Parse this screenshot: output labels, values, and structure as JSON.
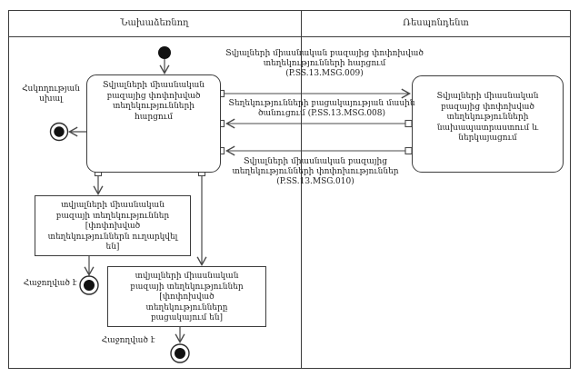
{
  "header": {
    "left_lane": "Նախաձեռնող",
    "right_lane": "Ռեսպոնդենտ"
  },
  "activities": {
    "request": "Տվյալների միասնական բազայից փոփոխված տեղեկությունների հարցում",
    "prepare": "Տվյալների միասնական բազայից փոփոխված տեղեկությունների նախապատրաստում և ներկայացում"
  },
  "objects": {
    "sent": "տվյալների միասնական բազայի տեղեկություններ  [փոփոխված տեղեկություններն ուղարկվել են]",
    "absent": "տվյալների միասնական բազայի տեղեկություններ [փոփոխված տեղեկությունները բացակայում են]"
  },
  "messages": {
    "msg009": "Տվյալների միասնական բազայից փոփոխված տեղեկությունների հարցում (P.SS.13.MSG.009)",
    "msg008": "Տեղեկությունների բացակայության մասին ծանուցում (P.SS.13.MSG.008)",
    "msg010": "Տվյալների միասնական բազայից տեղեկությունների փոփոխություններ (P.SS.13.MSG.010)"
  },
  "labels": {
    "control_error": "Հսկողության սխալ",
    "success_top": "Հաջողված է",
    "success_bottom": "Հաջողված է"
  },
  "colors": {
    "line": "#4a4a4a",
    "text": "#222222",
    "node_fill": "#111111"
  }
}
